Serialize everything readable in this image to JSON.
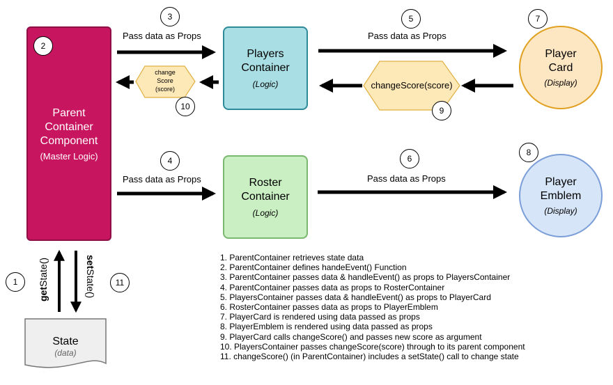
{
  "nodes": {
    "parent": {
      "line1": "Parent",
      "line2": "Container",
      "line3": "Component",
      "sub": "(Master Logic)"
    },
    "players": {
      "line1": "Players",
      "line2": "Container",
      "sub": "(Logic)"
    },
    "roster": {
      "line1": "Roster",
      "line2": "Container",
      "sub": "(Logic)"
    },
    "player_card": {
      "line1": "Player",
      "line2": "Card",
      "sub": "(Display)"
    },
    "player_emblem": {
      "line1": "Player",
      "line2": "Emblem",
      "sub": "(Display)"
    },
    "state": {
      "title": "State",
      "sub": "(data)"
    },
    "hex_small": {
      "line1": "change",
      "line2": "Score",
      "line3": "(score)"
    },
    "hex_large": {
      "label": "changeScore(score)"
    }
  },
  "edge_labels": {
    "e3": "Pass data as Props",
    "e5": "Pass data as Props",
    "e4": "Pass data as Props",
    "e6": "Pass data as Props",
    "get_bold": "get",
    "get_rest": "State()",
    "set_bold": "set",
    "set_rest": "State()"
  },
  "step_numbers": {
    "n1": "1",
    "n2": "2",
    "n3": "3",
    "n4": "4",
    "n5": "5",
    "n6": "6",
    "n7": "7",
    "n8": "8",
    "n9": "9",
    "n10": "10",
    "n11": "11"
  },
  "legend": [
    "1.   ParentContainer retrieves state data",
    "2.   ParentContainer defines handeEvent() Function",
    "3.   ParentContainer passes data & handleEvent() as props to PlayersContainer",
    "4.   ParentContainer passes data as props to RosterContainer",
    "5.   PlayersContainer passes data & handleEvent() as props to PlayerCard",
    "6.   RosterContainer passes data as props to PlayerEmblem",
    "7.   PlayerCard is rendered using data passed as props",
    "8.   PlayerEmblem is rendered using data passed as props",
    "9.   PlayerCard calls changeScore() and passes new score as argument",
    "10.   PlayersContainer passes changeScore(score) through to its parent component",
    "11.   changeScore() (in ParentContainer) includes a setState() call to change state"
  ],
  "colors": {
    "parent_fill": "#c8155f",
    "players_fill": "#a9dfe4",
    "roster_fill": "#c9efc2",
    "card_fill": "#fde6c2",
    "emblem_fill": "#d6e5f7",
    "hex_fill": "#fde8b8",
    "state_fill": "#efefef"
  }
}
